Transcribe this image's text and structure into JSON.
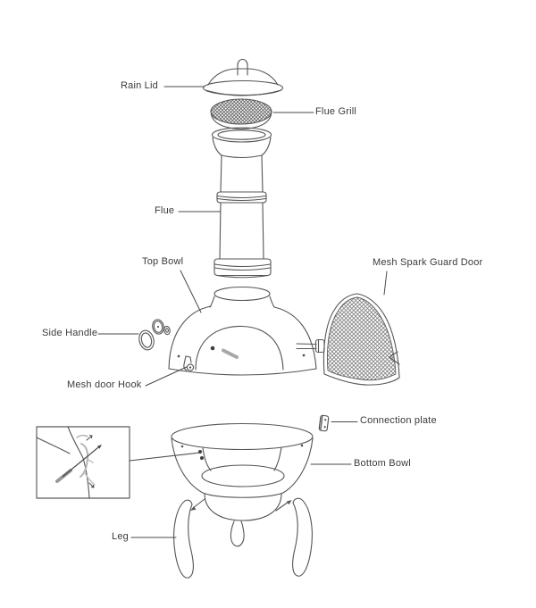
{
  "diagram": {
    "type": "exploded-parts-diagram",
    "subject": "chiminea outdoor fireplace"
  },
  "colors": {
    "background": "#ffffff",
    "line": "#555555",
    "dark_line": "#454545",
    "text": "#3a3a3a",
    "sketch_gray": "#b0b0b0"
  },
  "labels": {
    "rain_lid": "Rain Lid",
    "flue_grill": "Flue Grill",
    "flue": "Flue",
    "top_bowl": "Top Bowl",
    "mesh_spark_guard_door": "Mesh Spark Guard Door",
    "side_handle": "Side Handle",
    "mesh_door_hook": "Mesh door Hook",
    "connection_plate": "Connection plate",
    "bottom_bowl": "Bottom Bowl",
    "leg": "Leg"
  }
}
